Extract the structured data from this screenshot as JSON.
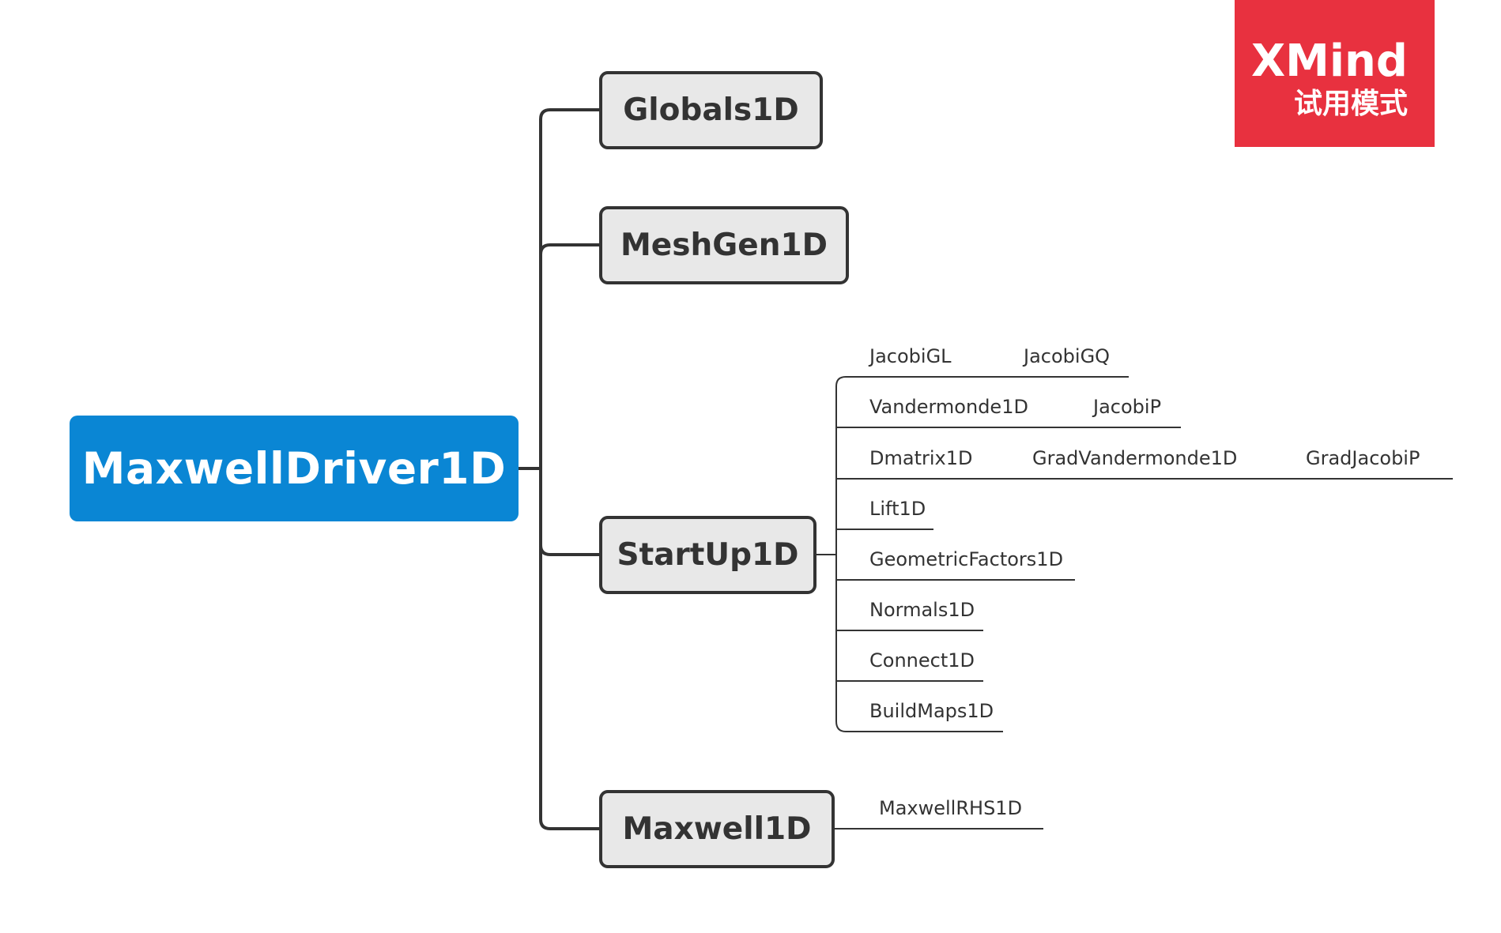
{
  "root": {
    "label": "MaxwellDriver1D"
  },
  "branches": [
    {
      "id": "globals",
      "label": "Globals1D"
    },
    {
      "id": "meshgen",
      "label": "MeshGen1D"
    },
    {
      "id": "startup",
      "label": "StartUp1D"
    },
    {
      "id": "maxwell",
      "label": "Maxwell1D"
    }
  ],
  "startup_children": [
    {
      "label": "JacobiGL",
      "child": "JacobiGQ"
    },
    {
      "label": "Vandermonde1D",
      "child": "JacobiP"
    },
    {
      "label": "Dmatrix1D",
      "child": "GradVandermonde1D",
      "grandchild": "GradJacobiP"
    },
    {
      "label": "Lift1D"
    },
    {
      "label": "GeometricFactors1D"
    },
    {
      "label": "Normals1D"
    },
    {
      "label": "Connect1D"
    },
    {
      "label": "BuildMaps1D"
    }
  ],
  "maxwell_children": [
    {
      "label": "MaxwellRHS1D"
    }
  ],
  "watermark": {
    "brand": "XMind",
    "mode": "试用模式",
    "color": "#e8313f"
  },
  "colors": {
    "root": "#0a86d4",
    "branch_fill": "#e8e8e8",
    "line": "#333333"
  }
}
